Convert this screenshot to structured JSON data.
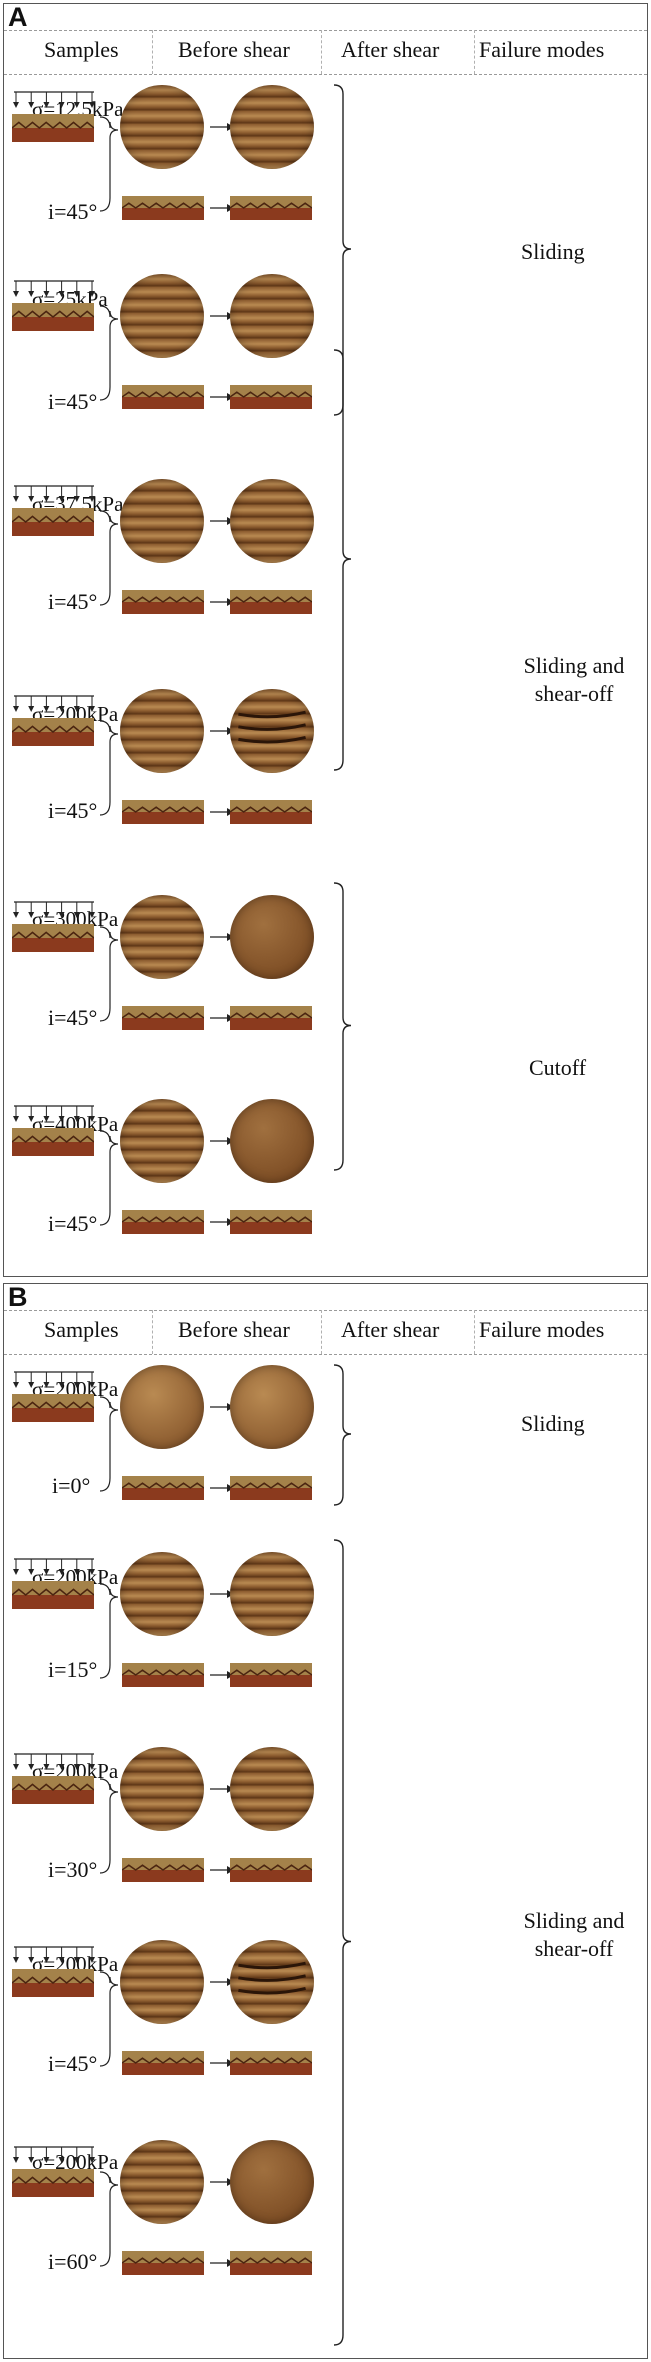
{
  "panelA": {
    "letter": "A",
    "headers": {
      "samples": "Samples",
      "before": "Before shear",
      "after": "After shear",
      "modes": "Failure modes"
    },
    "rows": [
      {
        "sigma": "σ=12.5kPa",
        "angle": "i=45°"
      },
      {
        "sigma": "σ=25kPa",
        "angle": "i=45°"
      },
      {
        "sigma": "σ=37.5kPa",
        "angle": "i=45°"
      },
      {
        "sigma": "σ=200kPa",
        "angle": "i=45°"
      },
      {
        "sigma": "σ=300kPa",
        "angle": "i=45°"
      },
      {
        "sigma": "σ=400kPa",
        "angle": "i=45°"
      }
    ],
    "modes": [
      {
        "label": "Sliding"
      },
      {
        "label": "Sliding and shear-off"
      },
      {
        "label": "Cutoff"
      }
    ]
  },
  "panelB": {
    "letter": "B",
    "headers": {
      "samples": "Samples",
      "before": "Before shear",
      "after": "After shear",
      "modes": "Failure modes"
    },
    "rows": [
      {
        "sigma": "σ=200kPa",
        "angle": "i=0°"
      },
      {
        "sigma": "σ=200kPa",
        "angle": "i=15°"
      },
      {
        "sigma": "σ=200kPa",
        "angle": "i=30°"
      },
      {
        "sigma": "σ=200kPa",
        "angle": "i=45°"
      },
      {
        "sigma": "σ=200kPa",
        "angle": "i=60°"
      }
    ],
    "modes": [
      {
        "label": "Sliding"
      },
      {
        "label": "Sliding and shear-off"
      }
    ]
  },
  "colors": {
    "soil_disc": "#8a5a2e",
    "soil_groove": "#5c3516",
    "soil_light": "#b98a52",
    "slab_red": "#8b3a1e",
    "slab_tan": "#a4824a",
    "arrow": "#222222",
    "border": "#555555"
  }
}
